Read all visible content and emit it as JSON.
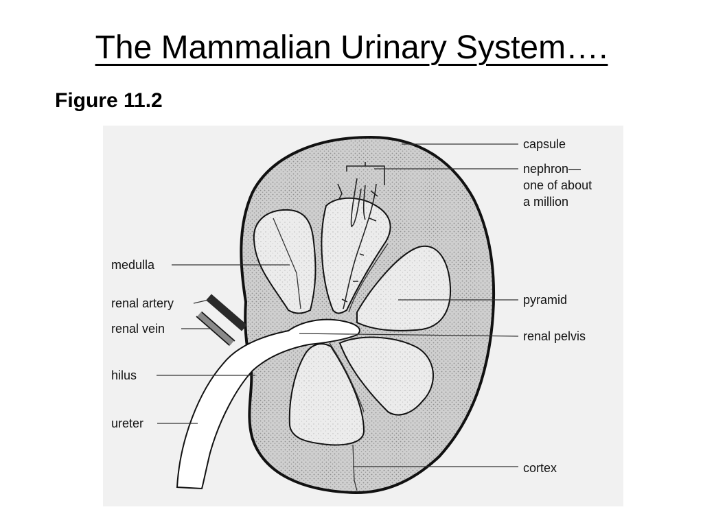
{
  "slide": {
    "title": "The Mammalian Urinary System….",
    "figure_label": "Figure 11.2"
  },
  "diagram": {
    "labels": {
      "capsule": "capsule",
      "nephron_1": "nephron—",
      "nephron_2": "one of about",
      "nephron_3": "a million",
      "medulla": "medulla",
      "renal_artery": "renal artery",
      "renal_vein": "renal vein",
      "hilus": "hilus",
      "ureter": "ureter",
      "pyramid": "pyramid",
      "renal_pelvis": "renal pelvis",
      "cortex": "cortex"
    },
    "colors": {
      "cortex_fill": "#c9c9c9",
      "outline": "#111111",
      "artery": "#2a2a2a",
      "vein": "#8a8a8a",
      "background": "#f1f1f1"
    }
  }
}
